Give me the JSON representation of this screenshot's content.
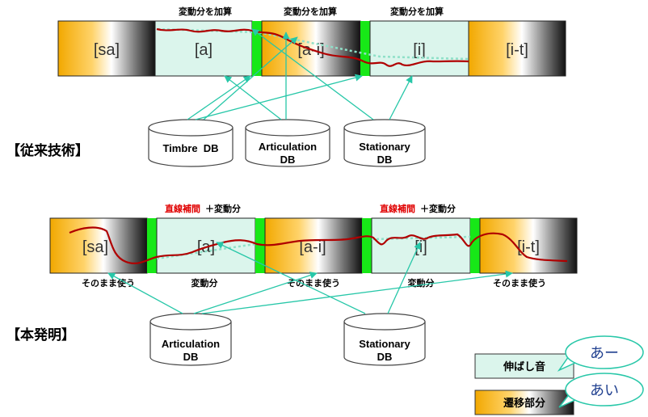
{
  "top": {
    "heading": "【従来技術】",
    "segments": [
      "[sa]",
      "[a]",
      "[a-i]",
      "[i]",
      "[i-t]"
    ],
    "notes": [
      "変動分を加算",
      "変動分を加算",
      "変動分を加算"
    ],
    "dbs": [
      "Timbre  DB",
      "Articulation",
      "DB",
      "Stationary",
      "DB"
    ]
  },
  "bottom": {
    "heading": "【本発明】",
    "segments": [
      "[sa]",
      "[a]",
      "[a-i]",
      "[i]",
      "[i-t]"
    ],
    "notes_red": [
      "直線補間",
      "直線補間"
    ],
    "notes_suffix": [
      "＋変動分",
      "＋変動分"
    ],
    "captions": [
      "そのまま使う",
      "変動分",
      "そのまま使う",
      "変動分",
      "そのまま使う"
    ],
    "dbs": [
      "Articulation",
      "DB",
      "Stationary",
      "DB"
    ]
  },
  "legend": {
    "stationary": "伸ばし音",
    "transition": "遷移部分",
    "bubble_stationary": "あー",
    "bubble_transition": "あい"
  },
  "colors": {
    "stationary_fill": "#dbf5ec",
    "boundary_green": "#17e817",
    "curve_red": "#b00000",
    "arrow_teal": "#27c7a8"
  }
}
